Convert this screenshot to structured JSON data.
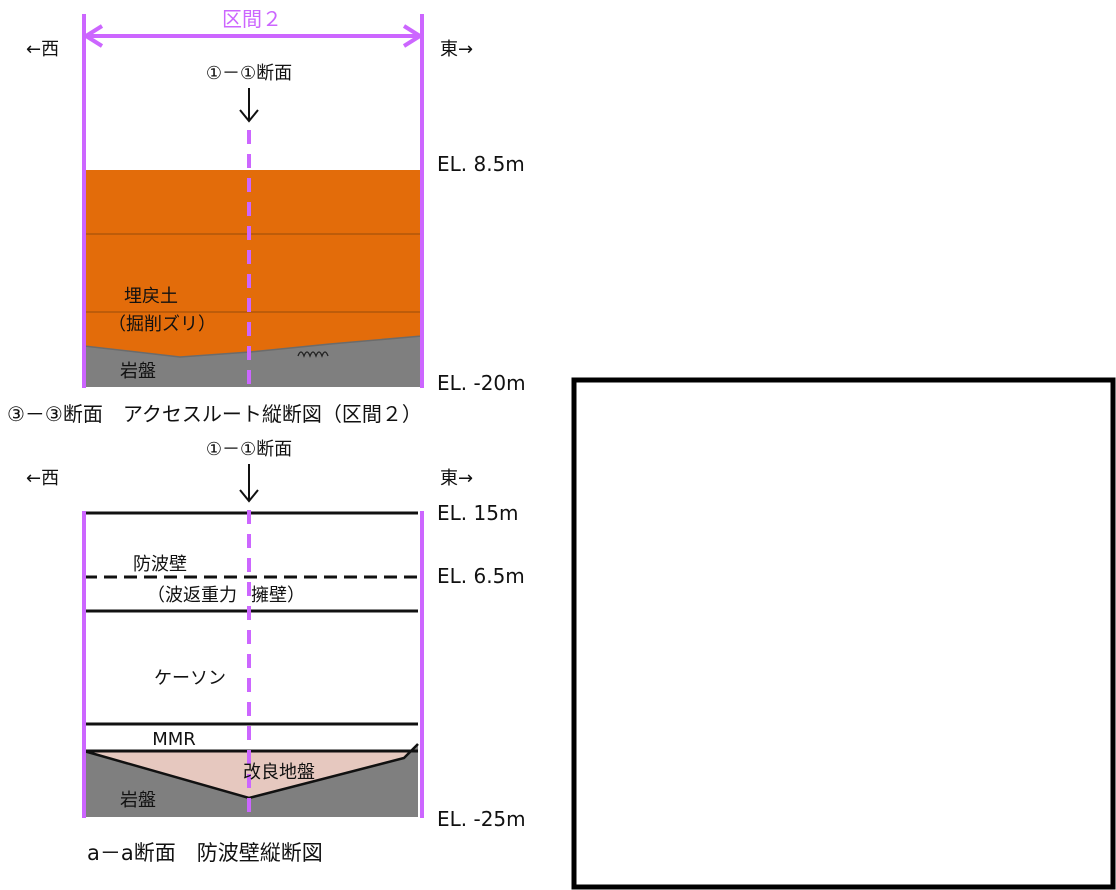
{
  "top_diagram": {
    "interval_label": "区間２",
    "west_label": "←西",
    "east_label": "東→",
    "section_marker": "①－①断面",
    "el_top": "EL. 8.5m",
    "el_bottom": "EL. -20m",
    "fill_label_line1": "埋戻土",
    "fill_label_line2": "（掘削ズリ）",
    "bedrock_label": "岩盤",
    "caption": "③－③断面　アクセスルート縦断図（区間２）",
    "colors": {
      "fill": "#e36c0a",
      "bedrock": "#7f7f7f",
      "interval": "#cc66ff"
    }
  },
  "bottom_diagram": {
    "west_label": "←西",
    "east_label": "東→",
    "section_marker": "①－①断面",
    "el_top": "EL. 15m",
    "el_mid": "EL. 6.5m",
    "el_bottom": "EL. -25m",
    "wall_label_line1": "防波壁",
    "wall_label_line2": "（波返重力",
    "wall_label_line3": "擁壁）",
    "caisson_label": "ケーソン",
    "mmr_label": "MMR",
    "improved_ground_label": "改良地盤",
    "bedrock_label": "岩盤",
    "caption": "a－a断面　防波壁縦断図",
    "colors": {
      "improved_ground": "#e6c8bf",
      "bedrock": "#7f7f7f",
      "boundary": "#cc66ff"
    }
  }
}
